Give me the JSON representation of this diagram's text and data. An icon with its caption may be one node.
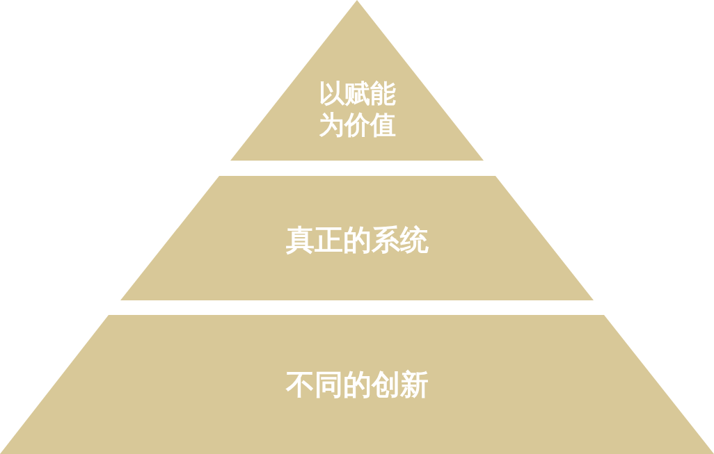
{
  "diagram": {
    "nodes": [
      {
        "text": [
          "以赋能为价值"
        ]
      },
      {
        "text": [
          "真正的系统"
        ]
      },
      {
        "text": [
          "不同的创新"
        ]
      }
    ]
  }
}
